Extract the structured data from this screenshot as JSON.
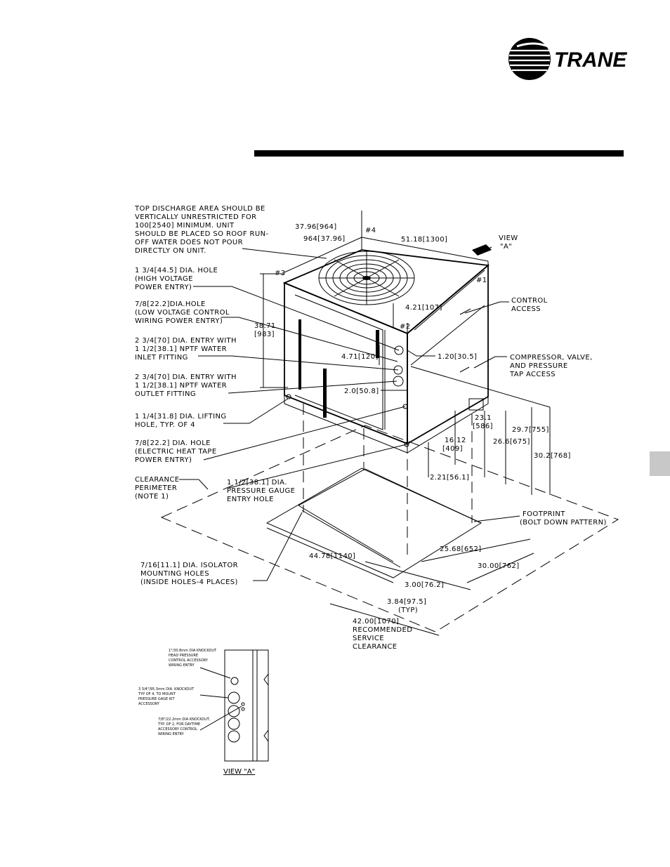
{
  "brand": {
    "name": "TRANE",
    "registered": "®"
  },
  "side_tab": {
    "color": "#c8c8c8"
  },
  "header_rule": {
    "color": "#000000"
  },
  "notes": {
    "top_discharge": [
      "TOP DISCHARGE AREA SHOULD BE",
      "VERTICALLY UNRESTRICTED FOR",
      "100[2540] MINIMUM. UNIT",
      "SHOULD BE PLACED SO ROOF RUN-",
      "OFF WATER DOES NOT POUR",
      "DIRECTLY ON UNIT."
    ],
    "high_voltage": [
      "1 3/4[44.5] DIA. HOLE",
      "(HIGH VOLTAGE",
      "POWER ENTRY)"
    ],
    "low_voltage": [
      "7/8[22.2]DIA.HOLE",
      "(LOW VOLTAGE CONTROL",
      "WIRING POWER ENTRY)"
    ],
    "water_inlet": [
      "2 3/4[70] DIA. ENTRY WITH",
      "1 1/2[38.1] NPTF WATER",
      "INLET FITTING"
    ],
    "water_outlet": [
      "2 3/4[70] DIA. ENTRY WITH",
      "1 1/2[38.1] NPTF WATER",
      "OUTLET FITTING"
    ],
    "lifting": [
      "1 1/4[31.8] DIA. LIFTING",
      "HOLE, TYP. OF 4"
    ],
    "heat_tape": [
      "7/8[22.2] DIA. HOLE",
      "(ELECTRIC HEAT TAPE",
      "POWER ENTRY)"
    ],
    "clearance": [
      "CLEARANCE",
      "PERIMETER",
      "(NOTE 1)"
    ],
    "pressure_gauge": [
      "1 1/2[38.1] DIA.",
      "PRESSURE GAUGE",
      "ENTRY HOLE"
    ],
    "isolator": [
      "7/16[11.1] DIA. ISOLATOR",
      "MOUNTING HOLES",
      "(INSIDE HOLES-4 PLACES)"
    ],
    "view_a": [
      "VIEW",
      "\"A\""
    ],
    "control_access": [
      "CONTROL",
      "ACCESS"
    ],
    "compressor_access": [
      "COMPRESSOR, VALVE,",
      "AND PRESSURE",
      "TAP ACCESS"
    ],
    "footprint": [
      "FOOTPRINT",
      "(BOLT DOWN PATTERN)"
    ],
    "service_clearance": [
      "42.00[1070]",
      "RECOMMENDED",
      "SERVICE",
      "CLEARANCE"
    ]
  },
  "dims": {
    "d_37_96": "37.96[964]",
    "d_964": "964[37.96]",
    "d_51_18": "51.18[1300]",
    "d_38_71": [
      "38.71",
      "[983]"
    ],
    "d_4_21": "4.21[107]",
    "d_1_20": "1.20[30.5]",
    "d_4_71": "4.71[120]",
    "d_2_0": "2.0[50.8]",
    "d_16_12": [
      "16.12",
      "[409]"
    ],
    "d_23_1": [
      "23.1",
      "[586]"
    ],
    "d_26_6": "26.6[675]",
    "d_29_7": "29.7[755]",
    "d_30_2": "30.2[768]",
    "d_2_21": "2.21[56.1]",
    "d_44_78": "44.78[1140]",
    "d_25_68": "25.68[652]",
    "d_30_00": "30.00[762]",
    "d_3_00": "3.00[76.2]",
    "d_3_84": [
      "3.84[97.5]",
      "(TYP)"
    ]
  },
  "corners": {
    "c1": "#1",
    "c2": "#2",
    "c3": "#3",
    "c4": "#4"
  },
  "view_a_detail": {
    "title": "VIEW \"A\"",
    "knockout_head": [
      "1\"/30.8mm DIA KNOCKOUT",
      "HEAD PRESSURE",
      "CONTROL ACCESSORY",
      "WIRING ENTRY"
    ],
    "knockout_gauge": [
      "3 3/4\"/95.3mm DIA. KNOCKOUT",
      "TYP OF 4, TO MOUNT",
      "PRESSURE GAGE KIT",
      "ACCESSORY"
    ],
    "knockout_daytime": [
      "7/8\"/22.2mm DIA KNOCKOUT,",
      "TYP. OF 2, FOR DAYTIME",
      "ACCESSORY CONTROL",
      "WIRING ENTRY"
    ]
  }
}
